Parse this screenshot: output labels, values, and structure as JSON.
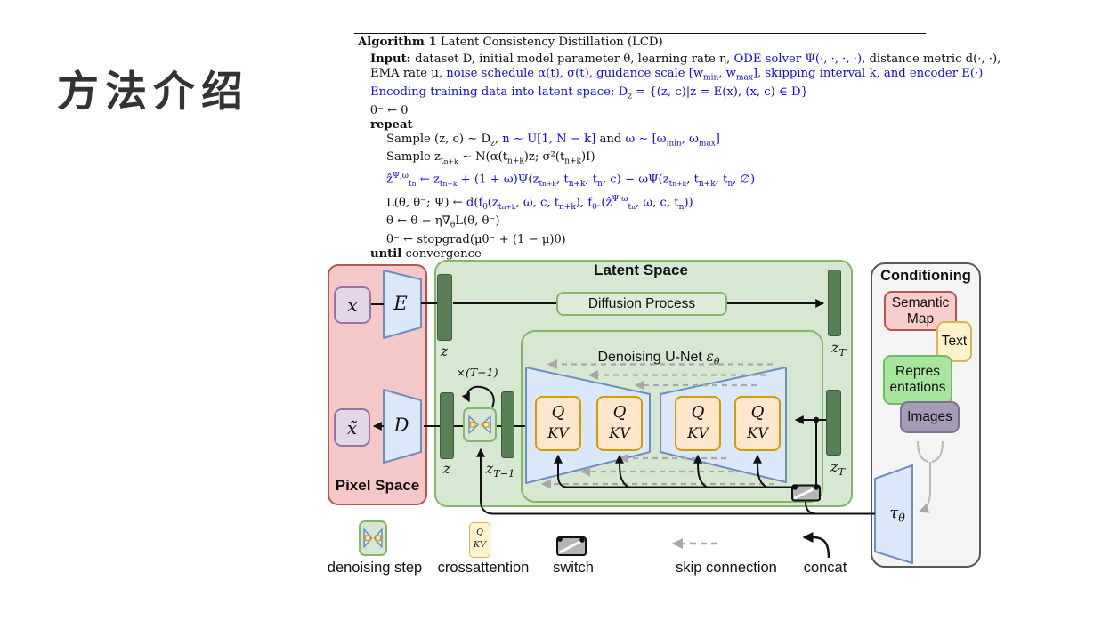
{
  "slide": {
    "title": "方法介绍"
  },
  "algorithm": {
    "header": [
      {
        "t": "Algorithm 1",
        "b": 1
      },
      {
        "t": " Latent Consistency Distillation (LCD)"
      }
    ],
    "lines": [
      {
        "ind": 0,
        "segs": [
          {
            "t": "Input: ",
            "b": 1
          },
          {
            "t": "dataset D, initial model parameter θ, learning rate η, "
          },
          {
            "t": "ODE solver Ψ(·, ·, ·, ·)",
            "c": 1
          },
          {
            "t": ", distance metric d(·, ·),"
          }
        ]
      },
      {
        "ind": 0,
        "segs": [
          {
            "t": "EMA rate μ, "
          },
          {
            "t": "noise schedule α(t), σ(t), guidance scale [w",
            "c": 1
          },
          {
            "t": "min",
            "c": 1,
            "v": "sub"
          },
          {
            "t": ", w",
            "c": 1
          },
          {
            "t": "max",
            "c": 1,
            "v": "sub"
          },
          {
            "t": "], skipping interval k, and encoder E(·)",
            "c": 1
          }
        ]
      },
      {
        "ind": 0,
        "segs": [
          {
            "t": "Encoding training data into latent space: D",
            "c": 1
          },
          {
            "t": "z",
            "c": 1,
            "v": "sub"
          },
          {
            "t": " = {(z, c)|z = E(x), (x, c) ∈ D}",
            "c": 1
          }
        ]
      },
      {
        "ind": 0,
        "segs": [
          {
            "t": "θ⁻ ← θ"
          }
        ]
      },
      {
        "ind": 0,
        "segs": [
          {
            "t": "repeat",
            "b": 1
          }
        ]
      },
      {
        "ind": 1,
        "segs": [
          {
            "t": "Sample (z, c) ∼ D"
          },
          {
            "t": "z",
            "v": "sub"
          },
          {
            "t": ", "
          },
          {
            "t": "n ∼ U[1, N − k]",
            "c": 1
          },
          {
            "t": " and "
          },
          {
            "t": "ω ∼ [ω",
            "c": 1
          },
          {
            "t": "min",
            "c": 1,
            "v": "sub"
          },
          {
            "t": ", ω",
            "c": 1
          },
          {
            "t": "max",
            "c": 1,
            "v": "sub"
          },
          {
            "t": "]",
            "c": 1
          }
        ]
      },
      {
        "ind": 1,
        "segs": [
          {
            "t": "Sample z"
          },
          {
            "t": "t",
            "v": "sub"
          },
          {
            "t": "n+k",
            "v": "sub2"
          },
          {
            "t": " ∼ N(α(t"
          },
          {
            "t": "n+k",
            "v": "sub"
          },
          {
            "t": ")z; σ²(t"
          },
          {
            "t": "n+k",
            "v": "sub"
          },
          {
            "t": ")I)"
          }
        ]
      },
      {
        "ind": 1,
        "segs": [
          {
            "t": "ẑ",
            "c": 1
          },
          {
            "t": "Ψ,ω",
            "c": 1,
            "v": "sup"
          },
          {
            "t": "t",
            "c": 1,
            "v": "sub"
          },
          {
            "t": "n",
            "c": 1,
            "v": "sub2"
          },
          {
            "t": " ← z",
            "c": 1
          },
          {
            "t": "t",
            "c": 1,
            "v": "sub"
          },
          {
            "t": "n+k",
            "c": 1,
            "v": "sub2"
          },
          {
            "t": " + (1 + ω)Ψ(z",
            "c": 1
          },
          {
            "t": "t",
            "c": 1,
            "v": "sub"
          },
          {
            "t": "n+k",
            "c": 1,
            "v": "sub2"
          },
          {
            "t": ", t",
            "c": 1
          },
          {
            "t": "n+k",
            "c": 1,
            "v": "sub"
          },
          {
            "t": ", t",
            "c": 1
          },
          {
            "t": "n",
            "c": 1,
            "v": "sub"
          },
          {
            "t": ", c) − ωΨ(z",
            "c": 1
          },
          {
            "t": "t",
            "c": 1,
            "v": "sub"
          },
          {
            "t": "n+k",
            "c": 1,
            "v": "sub2"
          },
          {
            "t": ", t",
            "c": 1
          },
          {
            "t": "n+k",
            "c": 1,
            "v": "sub"
          },
          {
            "t": ", t",
            "c": 1
          },
          {
            "t": "n",
            "c": 1,
            "v": "sub"
          },
          {
            "t": ", ∅)",
            "c": 1
          }
        ]
      },
      {
        "ind": 1,
        "segs": [
          {
            "t": "L(θ, θ⁻; Ψ) ← "
          },
          {
            "t": "d(f",
            "c": 1
          },
          {
            "t": "θ",
            "c": 1,
            "v": "sub"
          },
          {
            "t": "(z",
            "c": 1
          },
          {
            "t": "t",
            "c": 1,
            "v": "sub"
          },
          {
            "t": "n+k",
            "c": 1,
            "v": "sub2"
          },
          {
            "t": ", ω, c, t",
            "c": 1
          },
          {
            "t": "n+k",
            "c": 1,
            "v": "sub"
          },
          {
            "t": "), f",
            "c": 1
          },
          {
            "t": "θ⁻",
            "c": 1,
            "v": "sub"
          },
          {
            "t": "(ẑ",
            "c": 1
          },
          {
            "t": "Ψ,ω",
            "c": 1,
            "v": "sup"
          },
          {
            "t": "t",
            "c": 1,
            "v": "sub"
          },
          {
            "t": "n",
            "c": 1,
            "v": "sub2"
          },
          {
            "t": ", ω, c, t",
            "c": 1
          },
          {
            "t": "n",
            "c": 1,
            "v": "sub"
          },
          {
            "t": "))",
            "c": 1
          }
        ]
      },
      {
        "ind": 1,
        "segs": [
          {
            "t": "θ ← θ − η∇"
          },
          {
            "t": "θ",
            "v": "sub"
          },
          {
            "t": "L(θ, θ⁻)"
          }
        ]
      },
      {
        "ind": 1,
        "segs": [
          {
            "t": "θ⁻ ← stopgrad(μθ⁻ + (1 − μ)θ)"
          }
        ]
      },
      {
        "ind": 0,
        "segs": [
          {
            "t": "until",
            "b": 1
          },
          {
            "t": " convergence"
          }
        ]
      }
    ]
  },
  "diagram": {
    "pixel": {
      "title": "Pixel Space",
      "x_label": "x",
      "x_tilde_label": "x̃",
      "encoder_label": "E",
      "decoder_label": "D"
    },
    "latent": {
      "title": "Latent Space",
      "diffusion_label": "Diffusion Process",
      "z_top_label": "z",
      "z_bottom_label": "z",
      "zT_top": {
        "main": "z",
        "sub": "T"
      },
      "zT_bottom": {
        "main": "z",
        "sub": "T"
      },
      "zTm1": {
        "main": "z",
        "sub": "T−1"
      },
      "loop_label": "×(T−1)",
      "unet_title": "Denoising U-Net ",
      "unet_eps": "ε",
      "unet_eps_sub": "θ",
      "q_label": "Q",
      "kv_label": "KV"
    },
    "conditioning": {
      "title": "Conditioning",
      "items": [
        "Semantic\nMap",
        "Text",
        "Repres\nentations",
        "Images"
      ],
      "tau": {
        "main": "τ",
        "sub": "θ"
      }
    },
    "legend": {
      "denoising": "denoising step",
      "cross": "crossattention",
      "cross_q": "Q",
      "cross_kv": "KV",
      "switch": "switch",
      "skip": "skip connection",
      "concat": "concat"
    }
  },
  "colors": {
    "algo_blue": "#0d0de8",
    "pixel_fill": "#f4c8c6",
    "pixel_stroke": "#bb534e",
    "latent_fill": "#d6e8d2",
    "latent_stroke": "#84b868",
    "bar_fill": "#587f55",
    "blue_fill": "#dbe8fa",
    "blue_stroke": "#6e8ebf",
    "purple_fill": "#e2d6e8",
    "purple_stroke": "#9673a6",
    "orange_fill": "#ffe6cc",
    "orange_stroke": "#d79b00",
    "yellow_fill": "#fff2cc",
    "yellow_stroke": "#d6b656",
    "repr_fill": "#a8e6a0",
    "repr_stroke": "#70bd68",
    "images_fill": "#a49cb4",
    "images_stroke": "#7e6f96",
    "cond_fill": "#f4f4f4",
    "cond_stroke": "#595959",
    "switch_fill": "#b5b5b5",
    "skip_gray": "#a8a8a8",
    "wire": "#111111"
  }
}
